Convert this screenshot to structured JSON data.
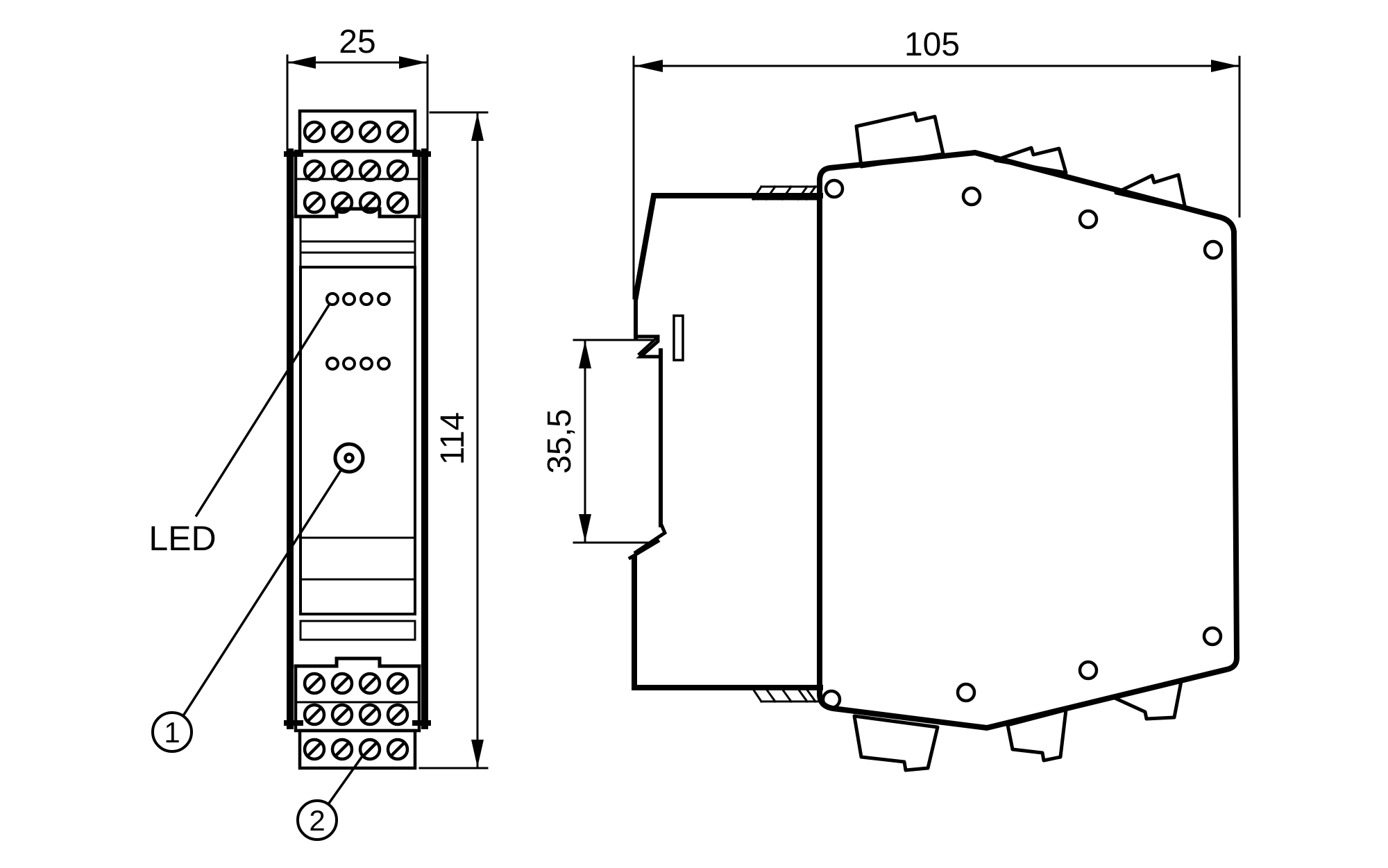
{
  "page": {
    "background_color": "#ffffff",
    "line_color": "#000000"
  },
  "drawing": {
    "dimensions": {
      "front_width_mm": "25",
      "front_height_mm": "114",
      "side_depth_mm": "105",
      "rail_recess_mm": "35,5"
    },
    "labels": {
      "led": "LED",
      "callout_1": "1",
      "callout_2": "2"
    }
  }
}
